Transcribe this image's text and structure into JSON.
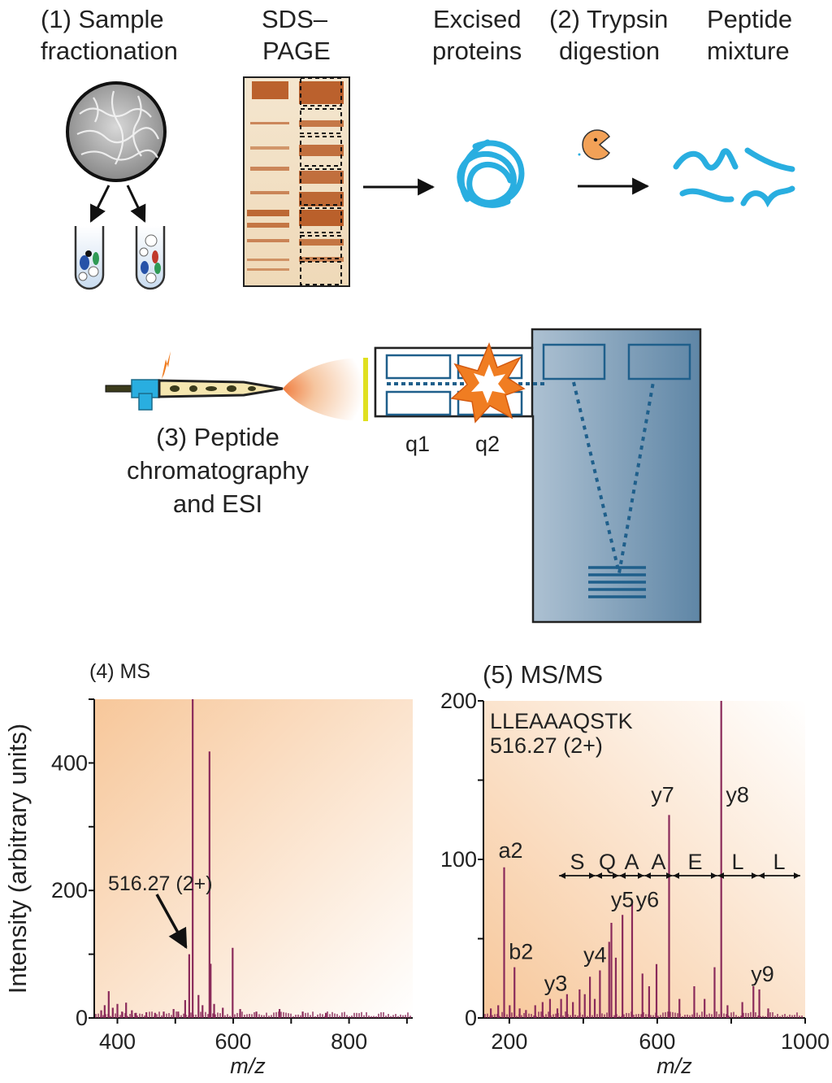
{
  "top": {
    "step1_line1": "(1) Sample",
    "step1_line2": "fractionation",
    "sds_line1": "SDS–",
    "sds_line2": "PAGE",
    "excised_line1": "Excised",
    "excised_line2": "proteins",
    "step2_line1": "(2) Trypsin",
    "step2_line2": "digestion",
    "peptide_line1": "Peptide",
    "peptide_line2": "mixture"
  },
  "middle": {
    "step3_line1": "(3) Peptide",
    "step3_line2": "chromatography",
    "step3_line3": "and ESI",
    "q1": "q1",
    "q2": "q2"
  },
  "colors": {
    "peptide": "#29aee0",
    "trypsin": "#f2a157",
    "instrument": "#4f7a99",
    "flash": "#f07d22",
    "spectrum": "#8a2a5a"
  },
  "chart_data": [
    {
      "type": "line",
      "title": "(4) MS",
      "xlabel": "m/z",
      "ylabel": "Intensity (arbitrary units)",
      "xlim": [
        360,
        910
      ],
      "ylim": [
        0,
        500
      ],
      "xticks": [
        400,
        600,
        800
      ],
      "yticks": [
        0,
        200,
        400
      ],
      "peaks": [
        [
          372,
          12
        ],
        [
          378,
          20
        ],
        [
          385,
          42
        ],
        [
          392,
          16
        ],
        [
          400,
          22
        ],
        [
          408,
          10
        ],
        [
          415,
          24
        ],
        [
          425,
          12
        ],
        [
          432,
          8
        ],
        [
          450,
          9
        ],
        [
          465,
          8
        ],
        [
          480,
          10
        ],
        [
          497,
          14
        ],
        [
          505,
          10
        ],
        [
          517,
          28
        ],
        [
          524,
          100
        ],
        [
          530,
          500
        ],
        [
          540,
          36
        ],
        [
          547,
          20
        ],
        [
          559,
          418
        ],
        [
          561,
          85
        ],
        [
          567,
          22
        ],
        [
          582,
          16
        ],
        [
          599,
          110
        ],
        [
          612,
          14
        ],
        [
          640,
          10
        ],
        [
          680,
          14
        ],
        [
          720,
          10
        ],
        [
          760,
          8
        ]
      ],
      "annotation": "516.27 (2+)"
    },
    {
      "type": "line",
      "title": "(5) MS/MS",
      "xlabel": "m/z",
      "ylim": [
        0,
        200
      ],
      "xlim": [
        130,
        1000
      ],
      "xticks": [
        200,
        600,
        1000
      ],
      "yticks": [
        0,
        100,
        200
      ],
      "sequence_label": "LLEAAAQSTK",
      "precursor_label": "516.27 (2+)",
      "peaks": [
        [
          150,
          6
        ],
        [
          170,
          8
        ],
        [
          186,
          95
        ],
        [
          201,
          8
        ],
        [
          214,
          32
        ],
        [
          228,
          6
        ],
        [
          245,
          5
        ],
        [
          270,
          8
        ],
        [
          290,
          10
        ],
        [
          310,
          12
        ],
        [
          330,
          6
        ],
        [
          340,
          12
        ],
        [
          356,
          15
        ],
        [
          372,
          10
        ],
        [
          390,
          18
        ],
        [
          404,
          15
        ],
        [
          418,
          26
        ],
        [
          431,
          12
        ],
        [
          445,
          30
        ],
        [
          470,
          48
        ],
        [
          476,
          60
        ],
        [
          488,
          38
        ],
        [
          506,
          65
        ],
        [
          532,
          72
        ],
        [
          560,
          28
        ],
        [
          578,
          20
        ],
        [
          598,
          34
        ],
        [
          632,
          128
        ],
        [
          660,
          12
        ],
        [
          700,
          20
        ],
        [
          728,
          12
        ],
        [
          755,
          32
        ],
        [
          773,
          200
        ],
        [
          790,
          8
        ],
        [
          830,
          10
        ],
        [
          860,
          20
        ],
        [
          876,
          18
        ],
        [
          900,
          6
        ]
      ],
      "ion_labels": [
        {
          "label": "a2",
          "x": 186,
          "y": 95
        },
        {
          "label": "b2",
          "x": 214,
          "y": 32
        },
        {
          "label": "y3",
          "x": 330,
          "y": 12
        },
        {
          "label": "y4",
          "x": 445,
          "y": 30
        },
        {
          "label": "y5",
          "x": 506,
          "y": 65
        },
        {
          "label": "y6",
          "x": 578,
          "y": 65
        },
        {
          "label": "y7",
          "x": 632,
          "y": 128
        },
        {
          "label": "y8",
          "x": 773,
          "y": 128
        },
        {
          "label": "y9",
          "x": 876,
          "y": 18
        }
      ],
      "sequence_ladder": [
        "S",
        "Q",
        "A",
        "A",
        "E",
        "L",
        "L"
      ]
    }
  ]
}
